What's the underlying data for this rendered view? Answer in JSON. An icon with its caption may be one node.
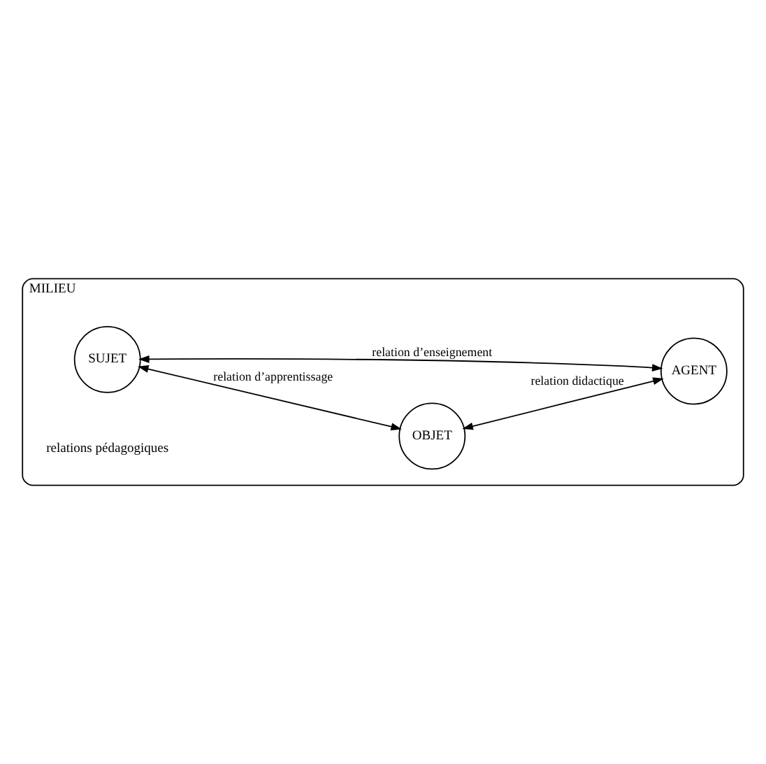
{
  "diagram": {
    "nodes": [
      {
        "text": [
          "MILIEU"
        ]
      },
      {
        "text": [
          "OBJET"
        ],
        "in": 0
      },
      {
        "text": [
          "SUJET"
        ],
        "in": 0
      },
      {
        "text": [
          "AGENT"
        ],
        "in": 0
      }
    ],
    "edges": [
      {
        "from": 2,
        "to": 1,
        "arrow": "both",
        "label": "relation d’apprentissage"
      },
      {
        "from": 1,
        "to": 3,
        "arrow": "both",
        "label": "relation didactique"
      },
      {
        "from": 2,
        "to": 3,
        "arrow": "both",
        "label": "relation d’enseignement"
      }
    ],
    "labels": [
      "relations pédagogiques"
    ]
  }
}
